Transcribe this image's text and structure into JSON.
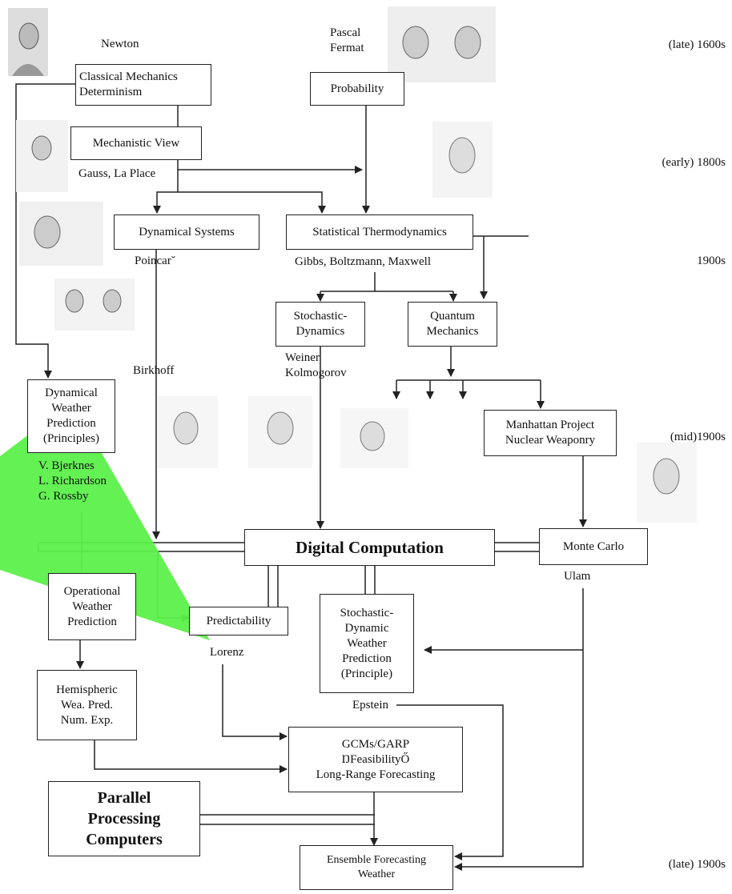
{
  "eras": {
    "late_1600s": "(late) 1600s",
    "early_1800s": "(early) 1800s",
    "e1900s": "1900s",
    "mid_1900s": "(mid)1900s",
    "late_1900s": "(late) 1900s"
  },
  "people": {
    "newton": "Newton",
    "pascal_fermat": "Pascal\nFermat",
    "gauss_laplace": "Gauss, La Place",
    "poincare": "Poincar˘",
    "gibbs": "Gibbs, Boltzmann, Maxwell",
    "birkhoff": "Birkhoff",
    "weiner_kolmogorov": "Weiner\nKolmogorov",
    "bjerknes": "V. Bjerknes\nL. Richardson\nG. Rossby",
    "ulam": "Ulam",
    "lorenz": "Lorenz",
    "epstein": "Epstein"
  },
  "boxes": {
    "classical": "Classical Mechanics\nDeterminism",
    "probability": "Probability",
    "mechanistic": "Mechanistic View",
    "dynamical_systems": "Dynamical Systems",
    "stat_thermo": "Statistical Thermodynamics",
    "stochastic_dynamics": "Stochastic-\nDynamics",
    "quantum": "Quantum\nMechanics",
    "dwp": "Dynamical\nWeather\nPrediction\n(Principles)",
    "manhattan": "Manhattan Project\nNuclear Weaponry",
    "digital": "Digital Computation",
    "monte_carlo": "Monte Carlo",
    "operational": "Operational\nWeather\nPrediction",
    "predictability": "Predictability",
    "sdwp": "Stochastic-\nDynamic\nWeather\nPrediction\n(Principle)",
    "hemispheric": "Hemispheric\nWea. Pred.\nNum. Exp.",
    "gcms": "GCMs/GARP\nŊFeasibilityŐ\nLong-Range Forecasting",
    "parallel": "Parallel\nProcessing\nComputers",
    "ensemble": "Ensemble Forecasting\nWeather"
  },
  "colors": {
    "pointer": "#5cf04a",
    "line": "#222222"
  }
}
